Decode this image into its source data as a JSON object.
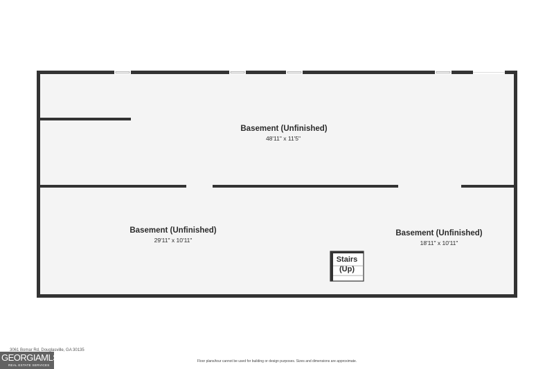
{
  "rooms": {
    "upper": {
      "name": "Basement (Unfinished)",
      "dims": "48'11\" x 11'5\""
    },
    "lower_left": {
      "name": "Basement (Unfinished)",
      "dims": "29'11\" x 10'11\""
    },
    "lower_right": {
      "name": "Basement (Unfinished)",
      "dims": "18'11\" x 10'11\""
    }
  },
  "stairs": {
    "line1": "Stairs",
    "line2": "(Up)"
  },
  "footer": {
    "address": "3061 Bomar Rd, Douglasville, GA 30135",
    "disclaimer": "Floor plans/tour cannot be used for building or design purposes. Sizes and dimensions are approximate."
  },
  "watermark": {
    "main": "GEORGIAMLS",
    "sub": "REAL ESTATE SERVICES"
  },
  "colors": {
    "wall": "#333333",
    "floor": "#f4f4f4",
    "background": "#ffffff"
  }
}
